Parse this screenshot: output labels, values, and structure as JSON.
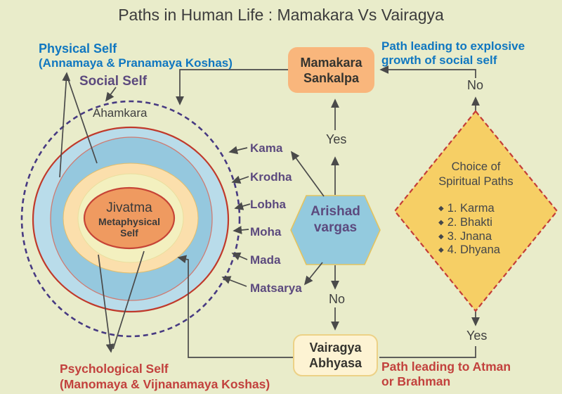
{
  "title": "Paths in Human Life : Mamakara Vs Vairagya",
  "annotations": {
    "physical_self": [
      "Physical Self",
      "(Annamaya & Pranamaya Koshas)"
    ],
    "social_self": "Social Self",
    "ahamkara": "Ahamkara",
    "psychological_self": [
      "Psychological Self",
      "(Manomaya & Vijnanamaya Koshas)"
    ],
    "path_explosive": [
      "Path leading to explosive",
      "growth of social self"
    ],
    "path_atman": [
      "Path leading to Atman",
      "or Brahman"
    ]
  },
  "nodes": {
    "mamakara": [
      "Mamakara",
      "Sankalpa"
    ],
    "vairagya": [
      "Vairagya",
      "Abhyasa"
    ],
    "hexagon": [
      "Arishad",
      "vargas"
    ],
    "jivatma": [
      "Jivatma",
      "Metaphysical",
      "Self"
    ],
    "diamond": {
      "title": [
        "Choice of",
        "Spiritual Paths"
      ],
      "bullet": "◆",
      "items": [
        "1. Karma",
        "2. Bhakti",
        "3. Jnana",
        "4. Dhyana"
      ]
    }
  },
  "vices": [
    "Kama",
    "Krodha",
    "Lobha",
    "Moha",
    "Mada",
    "Matsarya"
  ],
  "decisions": {
    "yes_mid": "Yes",
    "no_mid": "No",
    "no_right": "No",
    "yes_right": "Yes"
  },
  "colors": {
    "background": "#e9ecca",
    "blue_text": "#1077c0",
    "purple_text": "#5c4a7e",
    "red_text": "#c2413d",
    "dashed_circle": "#473a82",
    "outer_ring_fill": "#b9dcea",
    "outer_ring_border": "#c0392b",
    "inner_blue_fill": "#95c8de",
    "apricot_ring": "#fbdfac",
    "pale_yellow_ring": "#f3f0bf",
    "jivatma_fill": "#ef9a60",
    "hexagon_fill": "#93cade",
    "diamond_fill": "#f6cf65",
    "mamakara_fill": "#f9b67c",
    "vairagya_fill": "#fdf3d3",
    "line_gray": "#4a4a4a"
  }
}
